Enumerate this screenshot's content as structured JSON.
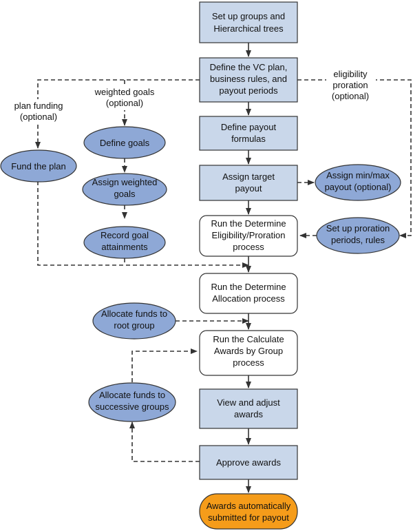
{
  "diagram": {
    "colors": {
      "process_fill": "#c9d7ea",
      "ellipse_fill": "#8ea8d6",
      "terminal_fill": "#f59c1a",
      "stroke": "#333333",
      "background": "#ffffff"
    },
    "nodes": {
      "setup_groups": [
        "Set up groups and",
        "Hierarchical trees"
      ],
      "define_vc_plan": [
        "Define the VC plan,",
        "business rules, and",
        "payout periods"
      ],
      "define_payout_formulas": [
        "Define payout",
        "formulas"
      ],
      "assign_target_payout": [
        "Assign target",
        "payout"
      ],
      "run_eligibility_proration": [
        "Run the Determine",
        "Eligibility/Proration",
        "process"
      ],
      "run_allocation": [
        "Run the Determine",
        "Allocation process"
      ],
      "run_calculate_awards": [
        "Run the Calculate",
        "Awards by Group",
        "process"
      ],
      "view_adjust_awards": [
        "View and adjust",
        "awards"
      ],
      "approve_awards": [
        "Approve awards"
      ],
      "awards_submitted": [
        "Awards automatically",
        "submitted for payout"
      ],
      "fund_the_plan": [
        "Fund the plan"
      ],
      "define_goals": [
        "Define goals"
      ],
      "assign_weighted_goals": [
        "Assign weighted",
        "goals"
      ],
      "record_goal_attainments": [
        "Record goal",
        "attainments"
      ],
      "assign_min_max_payout": [
        "Assign min/max",
        "payout (optional)"
      ],
      "setup_proration_periods": [
        "Set up proration",
        "periods, rules"
      ],
      "allocate_root_group": [
        "Allocate funds to",
        "root group"
      ],
      "allocate_successive_groups": [
        "Allocate funds to",
        "successive groups"
      ]
    },
    "labels": {
      "plan_funding": [
        "plan funding",
        "(optional)"
      ],
      "weighted_goals": [
        "weighted goals",
        "(optional)"
      ],
      "eligibility_proration": [
        "eligibility",
        "proration",
        "(optional)"
      ]
    }
  }
}
